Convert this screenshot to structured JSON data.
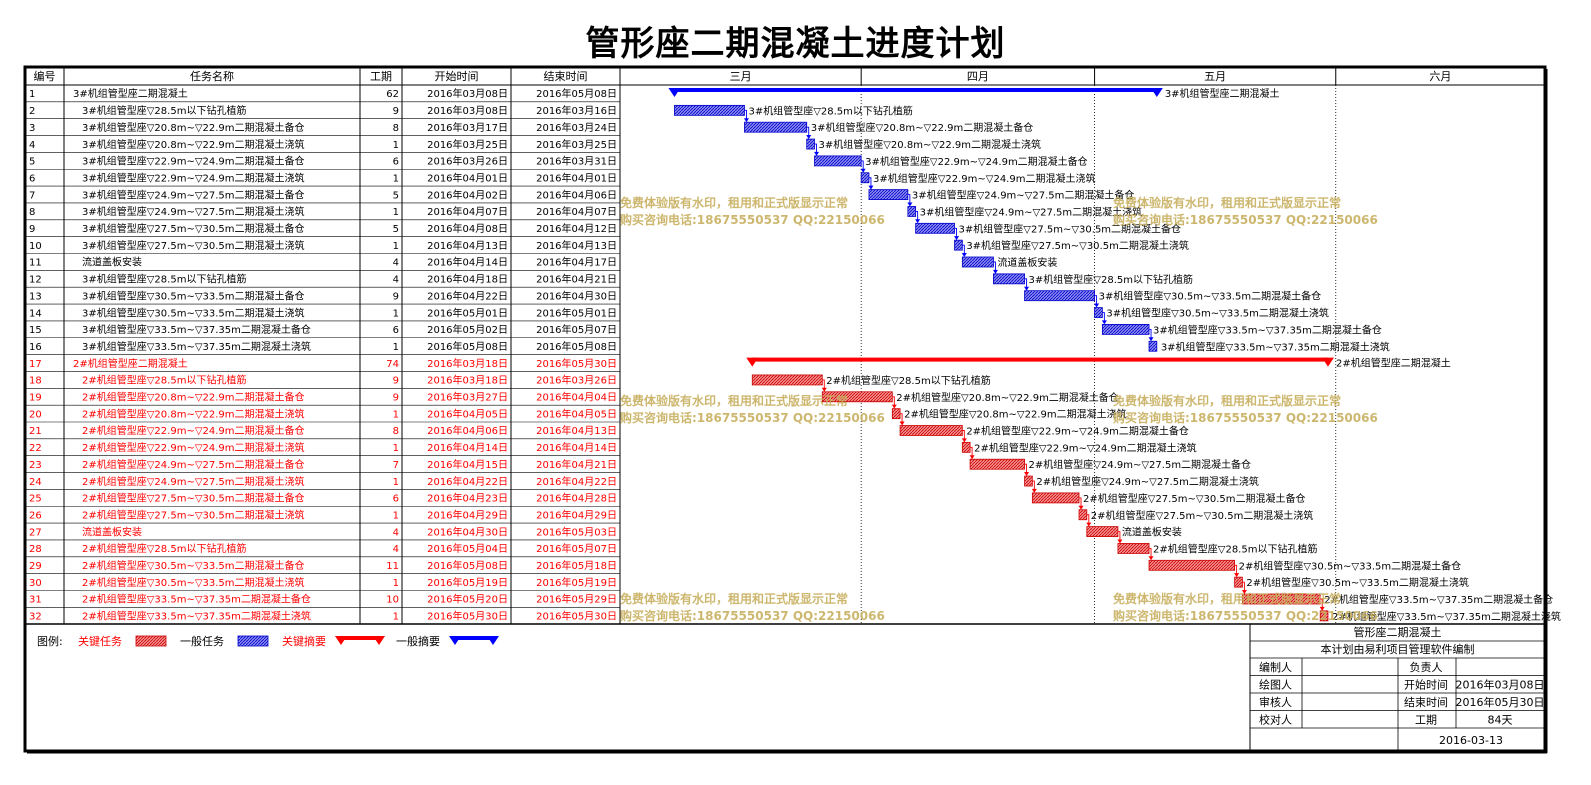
{
  "title": "管形座二期混凝土进度计划",
  "colors": {
    "critical": "#ff0000",
    "normal": "#0000ff",
    "critical_fill": "#f08080",
    "normal_fill": "#8080ee",
    "watermark": "#c8b060"
  },
  "columns": [
    "编号",
    "任务名称",
    "工期",
    "开始时间",
    "结束时间"
  ],
  "months": [
    "三月",
    "四月",
    "五月",
    "六月"
  ],
  "chart_data": {
    "type": "gantt",
    "title": "管形座二期混凝土进度计划",
    "x_axis": {
      "type": "date",
      "range": [
        "2016-03-01",
        "2016-06-30"
      ],
      "ticks": [
        "三月",
        "四月",
        "五月",
        "六月"
      ]
    },
    "tasks": [
      {
        "id": "1",
        "name": "3#机组管型座二期混凝土",
        "duration": "62",
        "start": "2016年03月08日",
        "end": "2016年05月08日",
        "start_date": "2016-03-08",
        "end_date": "2016-05-08",
        "kind": "summary",
        "critical": false,
        "indent": 0
      },
      {
        "id": "2",
        "name": "3#机组管型座▽28.5m以下钻孔植筋",
        "duration": "9",
        "start": "2016年03月08日",
        "end": "2016年03月16日",
        "start_date": "2016-03-08",
        "end_date": "2016-03-16",
        "kind": "task",
        "critical": false,
        "indent": 1
      },
      {
        "id": "3",
        "name": "3#机组管型座▽20.8m~▽22.9m二期混凝土备仓",
        "duration": "8",
        "start": "2016年03月17日",
        "end": "2016年03月24日",
        "start_date": "2016-03-17",
        "end_date": "2016-03-24",
        "kind": "task",
        "critical": false,
        "indent": 1
      },
      {
        "id": "4",
        "name": "3#机组管型座▽20.8m~▽22.9m二期混凝土浇筑",
        "duration": "1",
        "start": "2016年03月25日",
        "end": "2016年03月25日",
        "start_date": "2016-03-25",
        "end_date": "2016-03-25",
        "kind": "task",
        "critical": false,
        "indent": 1
      },
      {
        "id": "5",
        "name": "3#机组管型座▽22.9m~▽24.9m二期混凝土备仓",
        "duration": "6",
        "start": "2016年03月26日",
        "end": "2016年03月31日",
        "start_date": "2016-03-26",
        "end_date": "2016-03-31",
        "kind": "task",
        "critical": false,
        "indent": 1
      },
      {
        "id": "6",
        "name": "3#机组管型座▽22.9m~▽24.9m二期混凝土浇筑",
        "duration": "1",
        "start": "2016年04月01日",
        "end": "2016年04月01日",
        "start_date": "2016-04-01",
        "end_date": "2016-04-01",
        "kind": "task",
        "critical": false,
        "indent": 1
      },
      {
        "id": "7",
        "name": "3#机组管型座▽24.9m~▽27.5m二期混凝土备仓",
        "duration": "5",
        "start": "2016年04月02日",
        "end": "2016年04月06日",
        "start_date": "2016-04-02",
        "end_date": "2016-04-06",
        "kind": "task",
        "critical": false,
        "indent": 1
      },
      {
        "id": "8",
        "name": "3#机组管型座▽24.9m~▽27.5m二期混凝土浇筑",
        "duration": "1",
        "start": "2016年04月07日",
        "end": "2016年04月07日",
        "start_date": "2016-04-07",
        "end_date": "2016-04-07",
        "kind": "task",
        "critical": false,
        "indent": 1
      },
      {
        "id": "9",
        "name": "3#机组管型座▽27.5m~▽30.5m二期混凝土备仓",
        "duration": "5",
        "start": "2016年04月08日",
        "end": "2016年04月12日",
        "start_date": "2016-04-08",
        "end_date": "2016-04-12",
        "kind": "task",
        "critical": false,
        "indent": 1
      },
      {
        "id": "10",
        "name": "3#机组管型座▽27.5m~▽30.5m二期混凝土浇筑",
        "duration": "1",
        "start": "2016年04月13日",
        "end": "2016年04月13日",
        "start_date": "2016-04-13",
        "end_date": "2016-04-13",
        "kind": "task",
        "critical": false,
        "indent": 1
      },
      {
        "id": "11",
        "name": "流道盖板安装",
        "duration": "4",
        "start": "2016年04月14日",
        "end": "2016年04月17日",
        "start_date": "2016-04-14",
        "end_date": "2016-04-17",
        "kind": "task",
        "critical": false,
        "indent": 1
      },
      {
        "id": "12",
        "name": "3#机组管型座▽28.5m以下钻孔植筋",
        "duration": "4",
        "start": "2016年04月18日",
        "end": "2016年04月21日",
        "start_date": "2016-04-18",
        "end_date": "2016-04-21",
        "kind": "task",
        "critical": false,
        "indent": 1
      },
      {
        "id": "13",
        "name": "3#机组管型座▽30.5m~▽33.5m二期混凝土备仓",
        "duration": "9",
        "start": "2016年04月22日",
        "end": "2016年04月30日",
        "start_date": "2016-04-22",
        "end_date": "2016-04-30",
        "kind": "task",
        "critical": false,
        "indent": 1
      },
      {
        "id": "14",
        "name": "3#机组管型座▽30.5m~▽33.5m二期混凝土浇筑",
        "duration": "1",
        "start": "2016年05月01日",
        "end": "2016年05月01日",
        "start_date": "2016-05-01",
        "end_date": "2016-05-01",
        "kind": "task",
        "critical": false,
        "indent": 1
      },
      {
        "id": "15",
        "name": "3#机组管型座▽33.5m~▽37.35m二期混凝土备仓",
        "duration": "6",
        "start": "2016年05月02日",
        "end": "2016年05月07日",
        "start_date": "2016-05-02",
        "end_date": "2016-05-07",
        "kind": "task",
        "critical": false,
        "indent": 1
      },
      {
        "id": "16",
        "name": "3#机组管型座▽33.5m~▽37.35m二期混凝土浇筑",
        "duration": "1",
        "start": "2016年05月08日",
        "end": "2016年05月08日",
        "start_date": "2016-05-08",
        "end_date": "2016-05-08",
        "kind": "task",
        "critical": false,
        "indent": 1
      },
      {
        "id": "17",
        "name": "2#机组管型座二期混凝土",
        "duration": "74",
        "start": "2016年03月18日",
        "end": "2016年05月30日",
        "start_date": "2016-03-18",
        "end_date": "2016-05-30",
        "kind": "summary",
        "critical": true,
        "indent": 0
      },
      {
        "id": "18",
        "name": "2#机组管型座▽28.5m以下钻孔植筋",
        "duration": "9",
        "start": "2016年03月18日",
        "end": "2016年03月26日",
        "start_date": "2016-03-18",
        "end_date": "2016-03-26",
        "kind": "task",
        "critical": true,
        "indent": 1
      },
      {
        "id": "19",
        "name": "2#机组管型座▽20.8m~▽22.9m二期混凝土备仓",
        "duration": "9",
        "start": "2016年03月27日",
        "end": "2016年04月04日",
        "start_date": "2016-03-27",
        "end_date": "2016-04-04",
        "kind": "task",
        "critical": true,
        "indent": 1
      },
      {
        "id": "20",
        "name": "2#机组管型座▽20.8m~▽22.9m二期混凝土浇筑",
        "duration": "1",
        "start": "2016年04月05日",
        "end": "2016年04月05日",
        "start_date": "2016-04-05",
        "end_date": "2016-04-05",
        "kind": "task",
        "critical": true,
        "indent": 1
      },
      {
        "id": "21",
        "name": "2#机组管型座▽22.9m~▽24.9m二期混凝土备仓",
        "duration": "8",
        "start": "2016年04月06日",
        "end": "2016年04月13日",
        "start_date": "2016-04-06",
        "end_date": "2016-04-13",
        "kind": "task",
        "critical": true,
        "indent": 1
      },
      {
        "id": "22",
        "name": "2#机组管型座▽22.9m~▽24.9m二期混凝土浇筑",
        "duration": "1",
        "start": "2016年04月14日",
        "end": "2016年04月14日",
        "start_date": "2016-04-14",
        "end_date": "2016-04-14",
        "kind": "task",
        "critical": true,
        "indent": 1
      },
      {
        "id": "23",
        "name": "2#机组管型座▽24.9m~▽27.5m二期混凝土备仓",
        "duration": "7",
        "start": "2016年04月15日",
        "end": "2016年04月21日",
        "start_date": "2016-04-15",
        "end_date": "2016-04-21",
        "kind": "task",
        "critical": true,
        "indent": 1
      },
      {
        "id": "24",
        "name": "2#机组管型座▽24.9m~▽27.5m二期混凝土浇筑",
        "duration": "1",
        "start": "2016年04月22日",
        "end": "2016年04月22日",
        "start_date": "2016-04-22",
        "end_date": "2016-04-22",
        "kind": "task",
        "critical": true,
        "indent": 1
      },
      {
        "id": "25",
        "name": "2#机组管型座▽27.5m~▽30.5m二期混凝土备仓",
        "duration": "6",
        "start": "2016年04月23日",
        "end": "2016年04月28日",
        "start_date": "2016-04-23",
        "end_date": "2016-04-28",
        "kind": "task",
        "critical": true,
        "indent": 1
      },
      {
        "id": "26",
        "name": "2#机组管型座▽27.5m~▽30.5m二期混凝土浇筑",
        "duration": "1",
        "start": "2016年04月29日",
        "end": "2016年04月29日",
        "start_date": "2016-04-29",
        "end_date": "2016-04-29",
        "kind": "task",
        "critical": true,
        "indent": 1
      },
      {
        "id": "27",
        "name": "流道盖板安装",
        "duration": "4",
        "start": "2016年04月30日",
        "end": "2016年05月03日",
        "start_date": "2016-04-30",
        "end_date": "2016-05-03",
        "kind": "task",
        "critical": true,
        "indent": 1
      },
      {
        "id": "28",
        "name": "2#机组管型座▽28.5m以下钻孔植筋",
        "duration": "4",
        "start": "2016年05月04日",
        "end": "2016年05月07日",
        "start_date": "2016-05-04",
        "end_date": "2016-05-07",
        "kind": "task",
        "critical": true,
        "indent": 1
      },
      {
        "id": "29",
        "name": "2#机组管型座▽30.5m~▽33.5m二期混凝土备仓",
        "duration": "11",
        "start": "2016年05月08日",
        "end": "2016年05月18日",
        "start_date": "2016-05-08",
        "end_date": "2016-05-18",
        "kind": "task",
        "critical": true,
        "indent": 1
      },
      {
        "id": "30",
        "name": "2#机组管型座▽30.5m~▽33.5m二期混凝土浇筑",
        "duration": "1",
        "start": "2016年05月19日",
        "end": "2016年05月19日",
        "start_date": "2016-05-19",
        "end_date": "2016-05-19",
        "kind": "task",
        "critical": true,
        "indent": 1
      },
      {
        "id": "31",
        "name": "2#机组管型座▽33.5m~▽37.35m二期混凝土备仓",
        "duration": "10",
        "start": "2016年05月20日",
        "end": "2016年05月29日",
        "start_date": "2016-05-20",
        "end_date": "2016-05-29",
        "kind": "task",
        "critical": true,
        "indent": 1
      },
      {
        "id": "32",
        "name": "2#机组管型座▽33.5m~▽37.35m二期混凝土浇筑",
        "duration": "1",
        "start": "2016年05月30日",
        "end": "2016年05月30日",
        "start_date": "2016-05-30",
        "end_date": "2016-05-30",
        "kind": "task",
        "critical": true,
        "indent": 1
      }
    ]
  },
  "watermark": {
    "line1": "免费体验版有水印，租用和正式版显示正常",
    "line2": "购买咨询电话:18675550537 QQ:22150066"
  },
  "legend": {
    "label": "图例:",
    "items": [
      {
        "text": "关键任务",
        "critical": true,
        "kind": "task"
      },
      {
        "text": "一般任务",
        "critical": false,
        "kind": "task"
      },
      {
        "text": "关键摘要",
        "critical": true,
        "kind": "summary"
      },
      {
        "text": "一般摘要",
        "critical": false,
        "kind": "summary"
      }
    ]
  },
  "info_box": {
    "project_title": "管形座二期混凝土",
    "subtitle": "本计划由易利项目管理软件编制",
    "rows": [
      {
        "label": "编制人",
        "value": "",
        "label2": "负责人",
        "value2": ""
      },
      {
        "label": "绘图人",
        "value": "",
        "label2": "开始时间",
        "value2": "2016年03月08日"
      },
      {
        "label": "审核人",
        "value": "",
        "label2": "结束时间",
        "value2": "2016年05月30日"
      },
      {
        "label": "校对人",
        "value": "",
        "label2": "工期",
        "value2": "84天"
      }
    ],
    "date": "2016-03-13"
  }
}
